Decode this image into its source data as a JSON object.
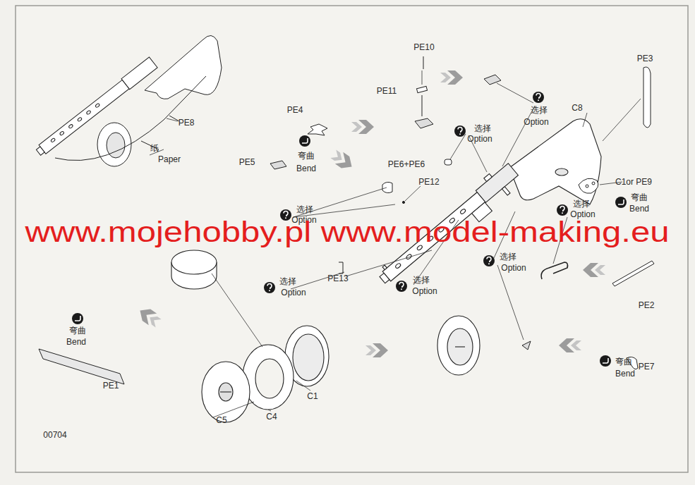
{
  "diagram": {
    "labels": [
      "PE10",
      "PE11",
      "PE3",
      "选择",
      "Option",
      "C8",
      "PE4",
      "PE8",
      "选择",
      "Option",
      "纸",
      "Paper",
      "弯曲",
      "Bend",
      "PE5",
      "PE6+PE6",
      "PE12",
      "C1or PE9",
      "弯曲",
      "Bend",
      "选择",
      "Option",
      "选择",
      "Option",
      "www.mojehobby.pl www.model-making.eu",
      "PE13",
      "选择",
      "Option",
      "选择",
      "Option",
      "选择",
      "Option",
      "PE2",
      "弯曲",
      "Bend",
      "PE7",
      "弯曲",
      "Bend",
      "PE1",
      "C1",
      "C4",
      "C5",
      "00704"
    ]
  }
}
